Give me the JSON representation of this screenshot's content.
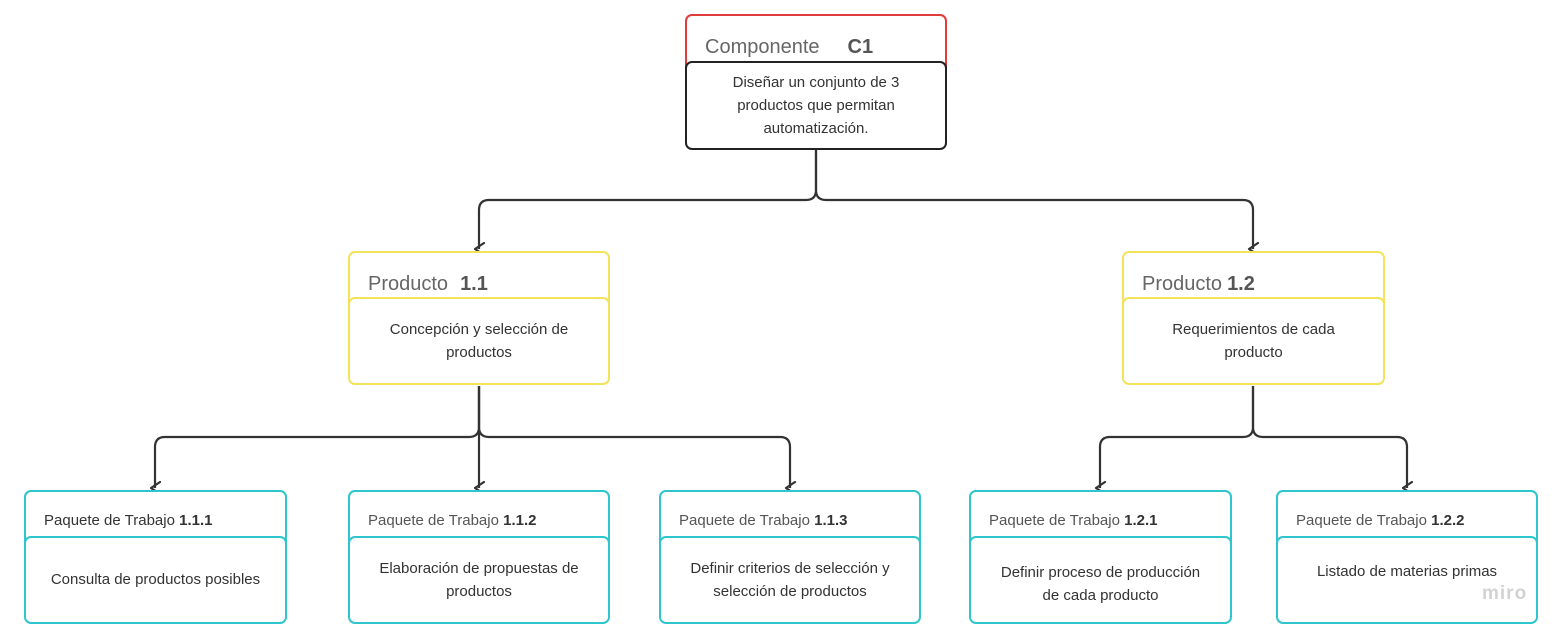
{
  "component": {
    "label": "Componente",
    "code": "C1",
    "description": "Diseñar un conjunto de 3 productos que permitan automatización."
  },
  "products": [
    {
      "label": "Producto",
      "code": "1.1",
      "description": "Concepción y selección de productos"
    },
    {
      "label": "Producto",
      "code": "1.2",
      "description": "Requerimientos de cada producto"
    }
  ],
  "work_packages": [
    {
      "label": "Paquete de Trabajo",
      "code": "1.1.1",
      "description": "Consulta de productos posibles"
    },
    {
      "label": "Paquete de Trabajo",
      "code": "1.1.2",
      "description": "Elaboración de propuestas de productos"
    },
    {
      "label": "Paquete de Trabajo",
      "code": "1.1.3",
      "description": "Definir criterios de selección y selección de productos"
    },
    {
      "label": "Paquete de Trabajo",
      "code": "1.2.1",
      "description": "Definir proceso de producción de cada producto"
    },
    {
      "label": "Paquete de Trabajo",
      "code": "1.2.2",
      "description": "Listado de materias primas"
    }
  ],
  "watermark": "miro",
  "colors": {
    "component_header_border": "#e03c3c",
    "component_body_border": "#222222",
    "product_border": "#f2e35a",
    "work_package_border": "#2ec6cc",
    "connector": "#333333"
  }
}
